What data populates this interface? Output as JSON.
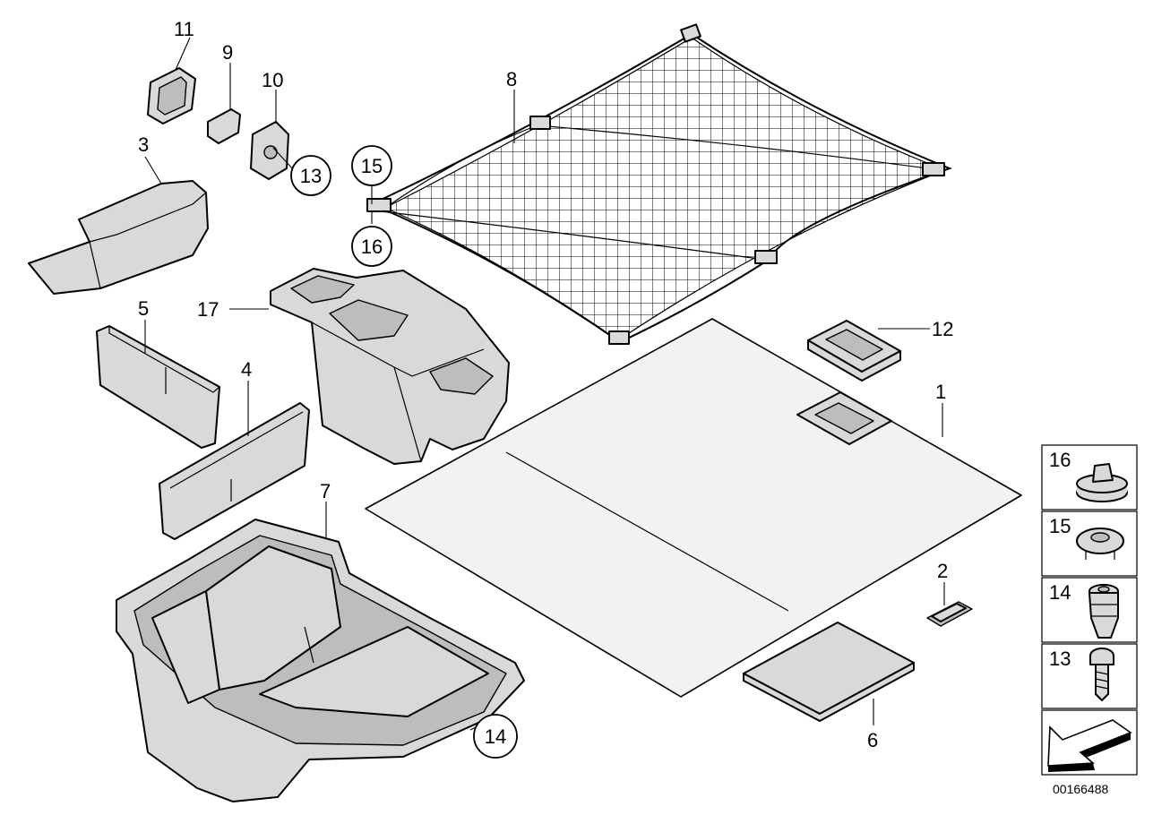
{
  "labels": {
    "p1": "1",
    "p2": "2",
    "p3": "3",
    "p4": "4",
    "p5": "5",
    "p6": "6",
    "p7": "7",
    "p8": "8",
    "p9": "9",
    "p10": "10",
    "p11": "11",
    "p12": "12",
    "p17": "17"
  },
  "circled": {
    "c13": "13",
    "c14": "14",
    "c15": "15",
    "c16": "16"
  },
  "side_panel": [
    {
      "label": "16",
      "icon": "clip-16-icon"
    },
    {
      "label": "15",
      "icon": "clip-15-icon"
    },
    {
      "label": "14",
      "icon": "expanding-rivet-icon"
    },
    {
      "label": "13",
      "icon": "screw-icon"
    }
  ],
  "doc_number": "00166488",
  "colors": {
    "part_fill": "#d9d9d9",
    "line": "#000000",
    "background": "#ffffff"
  }
}
